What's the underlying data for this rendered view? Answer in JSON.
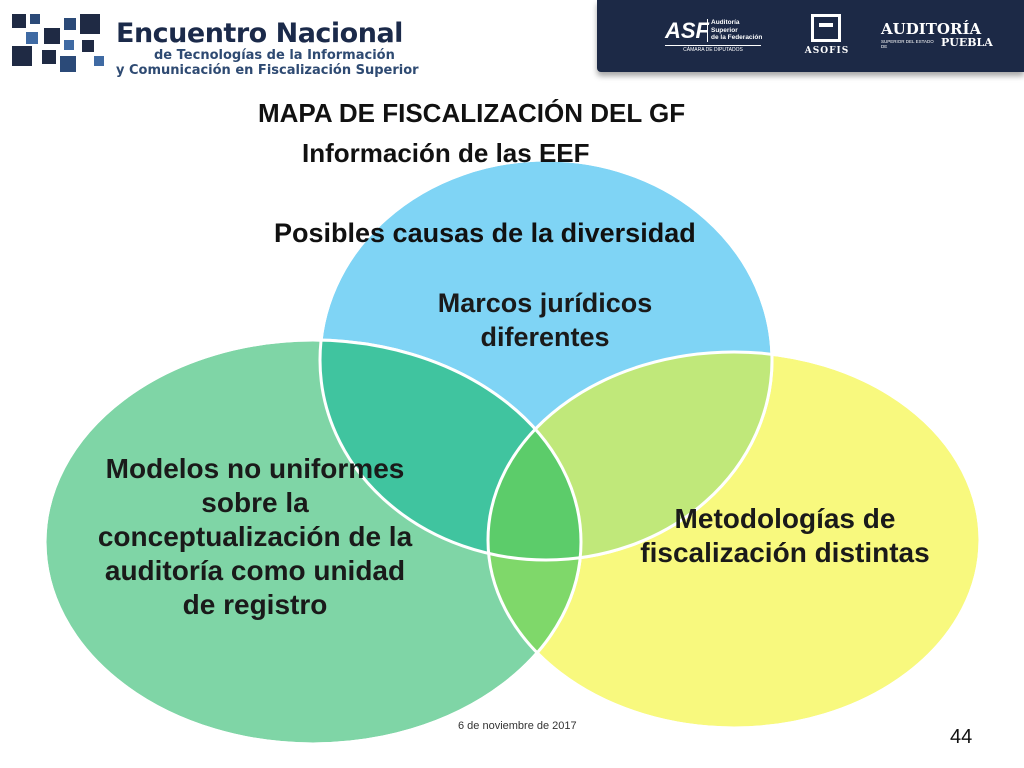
{
  "header": {
    "logo_title": "Encuentro Nacional",
    "logo_subtitle_line1": "de Tecnologías de la Información",
    "logo_subtitle_line2": "y Comunicación en Fiscalización Superior",
    "asf_name": "ASF",
    "asf_line1": "Auditoría",
    "asf_line2": "Superior",
    "asf_line3": "de la Federación",
    "asf_bottom": "CÁMARA DE DIPUTADOS",
    "asofis_name": "ASOFIS",
    "puebla_main": "AUDITORÍA",
    "puebla_sub": "SUPERIOR DEL ESTADO DE",
    "puebla_city": "PUEBLA",
    "bar_color": "#1c2946"
  },
  "slide": {
    "title": "MAPA DE FISCALIZACIÓN DEL GF",
    "subtitle": "Información de las EEF",
    "heading": "Posibles causas de la diversidad"
  },
  "diagram": {
    "circles": [
      {
        "name": "top",
        "label": "Marcos jurídicos diferentes",
        "color": "#7fd4f5"
      },
      {
        "name": "left",
        "label": "Modelos no uniformes sobre la conceptualización de la auditoría como unidad de registro",
        "color": "#7fd5a6"
      },
      {
        "name": "right",
        "label": "Metodologías de fiscalización distintas",
        "color": "#f8f97e"
      }
    ],
    "overlap_colors": {
      "top_left": "#40c49f",
      "top_right": "#c0e87a",
      "left_right": "#7fd86a",
      "center": "#5ccc6a"
    }
  },
  "footer": {
    "date": "6 de noviembre de 2017",
    "page": "44"
  }
}
